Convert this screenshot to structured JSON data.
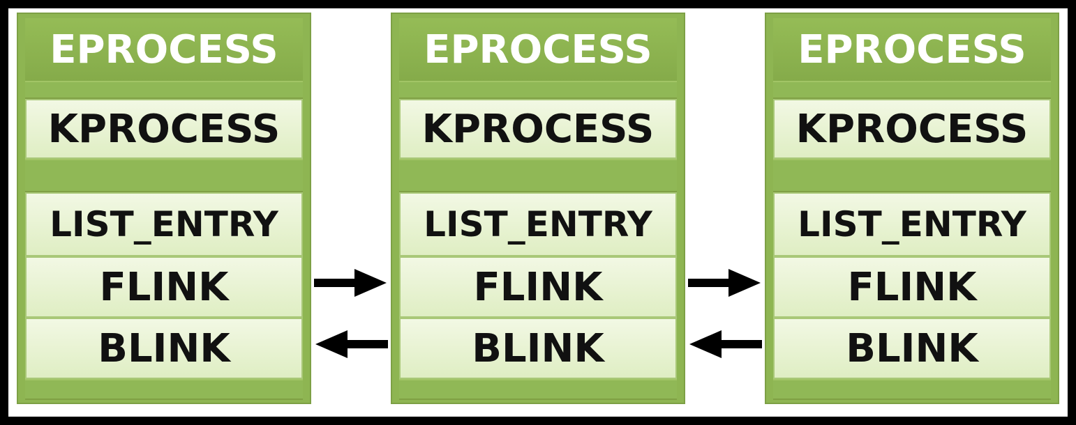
{
  "blocks": [
    {
      "header": "EPROCESS",
      "kprocess": "KPROCESS",
      "list_entry": "LIST_ENTRY",
      "flink": "FLINK",
      "blink": "BLINK"
    },
    {
      "header": "EPROCESS",
      "kprocess": "KPROCESS",
      "list_entry": "LIST_ENTRY",
      "flink": "FLINK",
      "blink": "BLINK"
    },
    {
      "header": "EPROCESS",
      "kprocess": "KPROCESS",
      "list_entry": "LIST_ENTRY",
      "flink": "FLINK",
      "blink": "BLINK"
    }
  ],
  "colors": {
    "header_green": "#8eb552",
    "cell_light": "#eaf4d6",
    "arrow": "#000000",
    "background": "#ffffff",
    "frame": "#000000"
  },
  "arrows": [
    {
      "from": "block-1-flink",
      "to": "block-2",
      "direction": "right"
    },
    {
      "from": "block-2-blink",
      "to": "block-1",
      "direction": "left"
    },
    {
      "from": "block-2-flink",
      "to": "block-3",
      "direction": "right"
    },
    {
      "from": "block-3-blink",
      "to": "block-2",
      "direction": "left"
    }
  ]
}
